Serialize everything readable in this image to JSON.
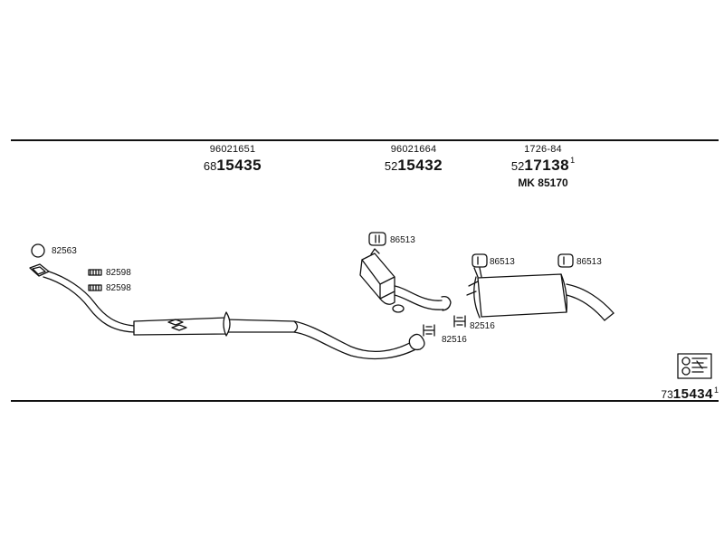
{
  "header_parts": [
    {
      "code": "96021651",
      "prefix": "68",
      "number": "15435",
      "suffix": ""
    },
    {
      "code": "96021664",
      "prefix": "52",
      "number": "15432",
      "suffix": ""
    },
    {
      "code": "1726-84",
      "prefix": "52",
      "number": "17138",
      "suffix": "1",
      "extra": "MK  85170"
    }
  ],
  "refs": {
    "gasket_82563": "82563",
    "clamp_82598_a": "82598",
    "clamp_82598_b": "82598",
    "hanger_86513_mid": "86513",
    "hanger_86513_rear_left": "86513",
    "hanger_86513_rear_right": "86513",
    "clamp_82516_left": "82516",
    "clamp_82516_right": "82516"
  },
  "footer": {
    "prefix": "73",
    "number": "15434",
    "suffix": "1"
  },
  "colors": {
    "line": "#111111",
    "background": "#ffffff"
  }
}
